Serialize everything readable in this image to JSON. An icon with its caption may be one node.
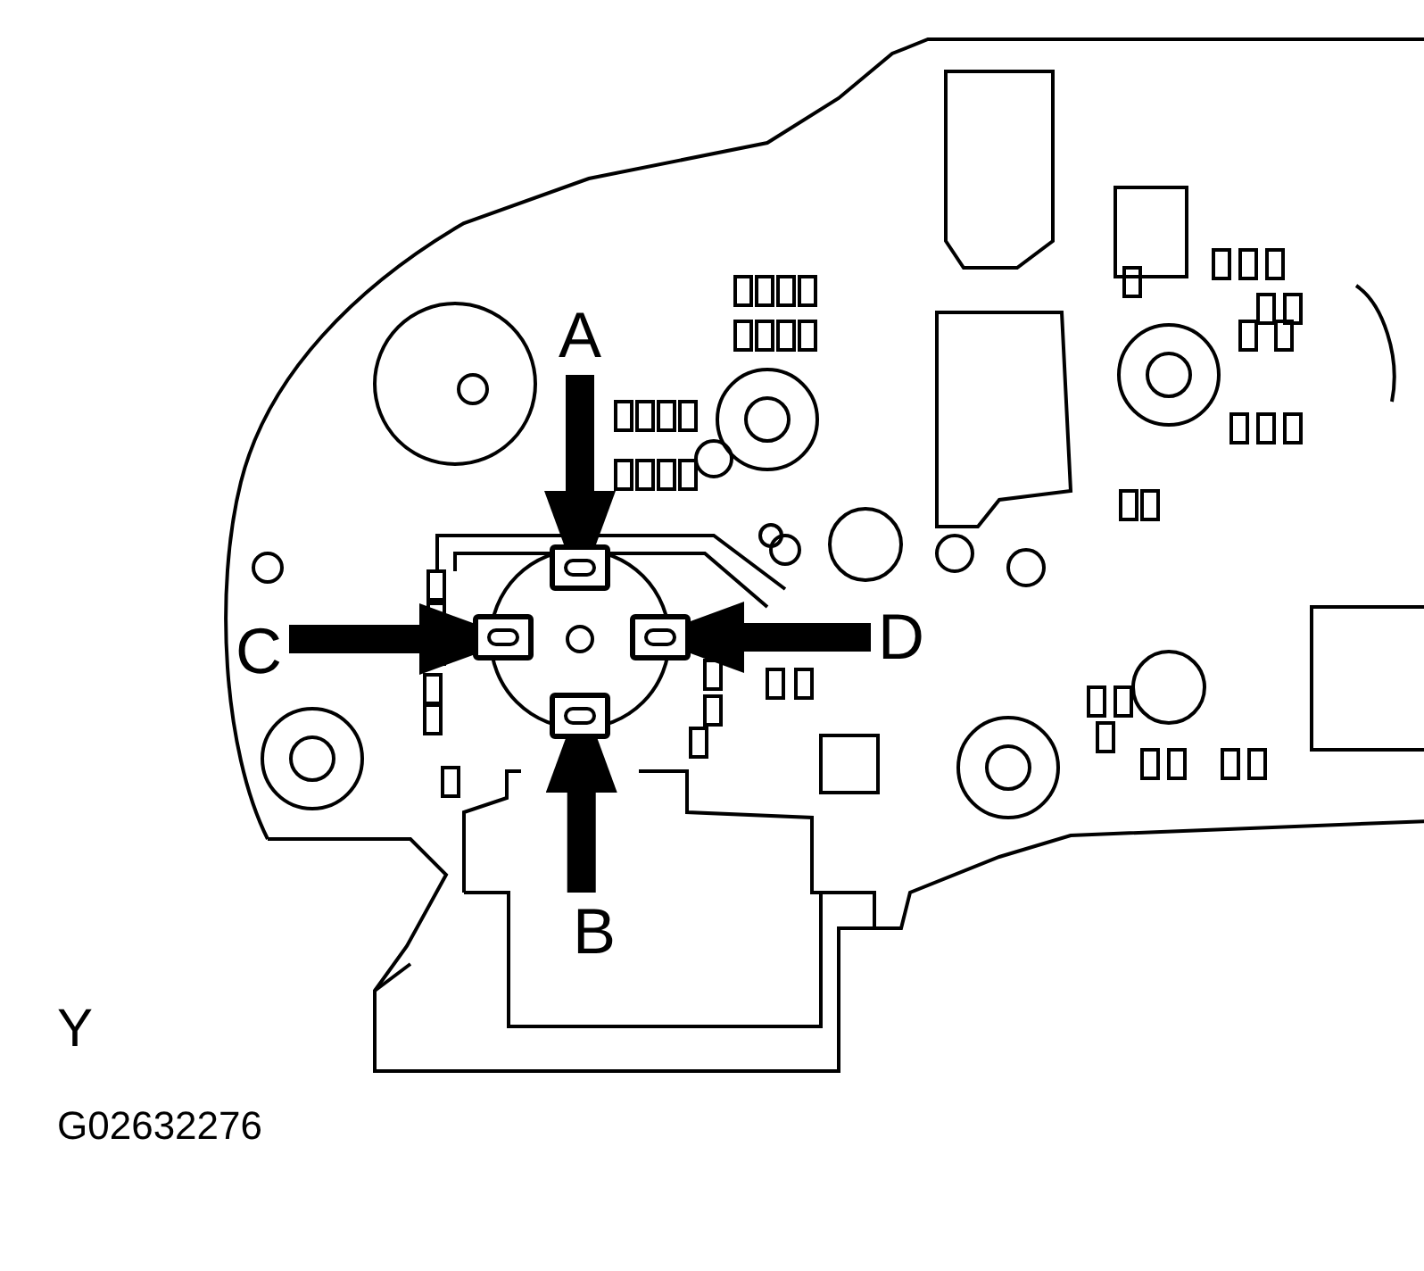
{
  "diagram": {
    "nodes": [
      {
        "text": [
          "A"
        ]
      },
      {
        "text": [],
        "shape": "box"
      },
      {
        "text": [
          "C"
        ]
      },
      {
        "text": [],
        "shape": "box"
      },
      {
        "text": [],
        "shape": "box"
      },
      {
        "text": [
          "D"
        ]
      },
      {
        "text": [],
        "shape": "box"
      },
      {
        "text": [
          "B"
        ]
      }
    ],
    "edges": [
      {
        "from": 0,
        "to": 1,
        "arrow": "to"
      },
      {
        "from": 2,
        "to": 3,
        "arrow": "to"
      },
      {
        "from": 5,
        "to": 4,
        "arrow": "to"
      },
      {
        "from": 7,
        "to": 6,
        "arrow": "to"
      }
    ],
    "labels": [
      "Y",
      "G02632276"
    ]
  }
}
